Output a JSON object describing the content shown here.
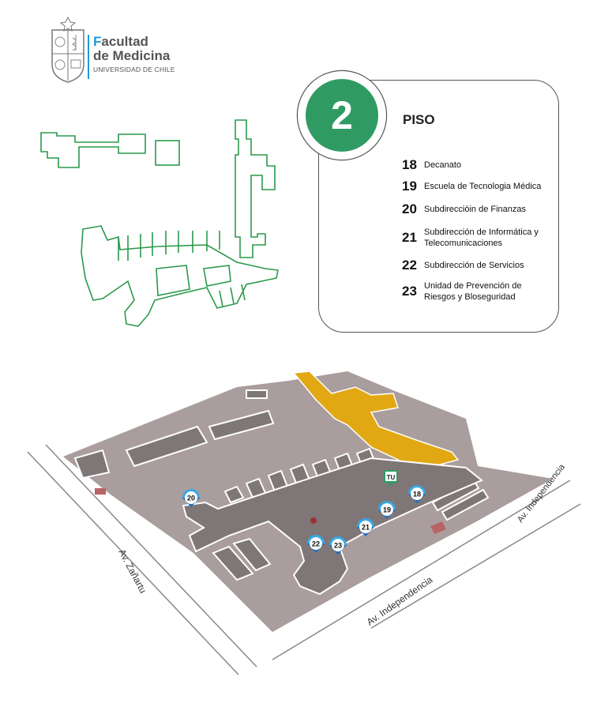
{
  "logo": {
    "title_first_letter": "F",
    "title_line1_rest": "acultad",
    "title_line2": "de Medicina",
    "subtitle": "UNIVERSIDAD DE CHILE"
  },
  "floor": {
    "number": "2",
    "label": "PISO"
  },
  "legend": [
    {
      "num": "18",
      "text": "Decanato"
    },
    {
      "num": "19",
      "text": "Escuela de Tecnologia Médica"
    },
    {
      "num": "20",
      "text": "Subdirecciòin de Finanzas"
    },
    {
      "num": "21",
      "text": "Subdirección de Informática y Telecomunicaciones"
    },
    {
      "num": "22",
      "text": "Subdirección de Servicios"
    },
    {
      "num": "23",
      "text": "Unidad de Prevención de Riesgos y Bloseguridad"
    }
  ],
  "map": {
    "streets": {
      "left": "Av. Zañartu",
      "bottom": "Av. Independencia",
      "right": "Av. Independencia"
    },
    "tu_label": "TU",
    "pins": [
      "20",
      "18",
      "19",
      "21",
      "22",
      "23"
    ]
  },
  "colors": {
    "green": "#2f9b63",
    "outline_green": "#2a9a4a",
    "building": "#a99d9d",
    "corridor": "#7f7777",
    "highlight": "#e2a814",
    "pin_blue": "#1e6fc0",
    "pin_light": "#36a9e8"
  }
}
